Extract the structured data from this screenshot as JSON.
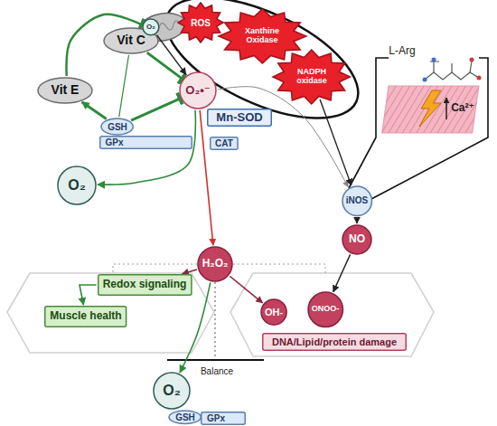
{
  "diagram": {
    "nodes": [
      {
        "text": [
          "Vit C"
        ]
      },
      {
        "text": [
          "O₂"
        ]
      },
      {
        "text": [
          "ROS"
        ]
      },
      {
        "text": [
          "Xanthine Oxidase"
        ]
      },
      {
        "text": [
          "NADPH oxidase"
        ]
      },
      {
        "text": [
          "Vit E"
        ]
      },
      {
        "text": [
          "O₂•⁻"
        ]
      },
      {
        "text": [
          "GSH"
        ]
      },
      {
        "text": [
          "GPx"
        ]
      },
      {
        "text": [
          "Mn-SOD"
        ]
      },
      {
        "text": [
          "CAT"
        ]
      },
      {
        "text": [
          "O₂"
        ]
      },
      {
        "text": [
          "iNOS"
        ]
      },
      {
        "text": [
          "NO"
        ]
      },
      {
        "text": [
          "H₂O₂"
        ]
      },
      {
        "text": [
          "Redox signaling"
        ]
      },
      {
        "text": [
          "Muscle health"
        ]
      },
      {
        "text": [
          "OH-"
        ]
      },
      {
        "text": [
          "ONOO-"
        ]
      },
      {
        "text": [
          "DNA/Lipid/protein damage"
        ]
      },
      {
        "text": [
          "O₂"
        ]
      },
      {
        "text": [
          "GSH"
        ]
      },
      {
        "text": [
          "GPx"
        ]
      }
    ],
    "edges": [
      {
        "from": 5,
        "to": 1,
        "arrow": "to"
      },
      {
        "from": 0,
        "to": 6,
        "arrow": "to"
      },
      {
        "from": 0,
        "to": 7,
        "arrow": "none"
      },
      {
        "from": 7,
        "to": 5,
        "arrow": "to"
      },
      {
        "from": 7,
        "to": 6,
        "arrow": "to"
      },
      {
        "from": 1,
        "to": 6,
        "arrow": "to"
      },
      {
        "from": 6,
        "to": 11,
        "arrow": "to"
      },
      {
        "from": 6,
        "to": 14,
        "arrow": "to"
      },
      {
        "from": 6,
        "to": 12,
        "arrow": "to"
      },
      {
        "from": 4,
        "to": 12,
        "arrow": "to"
      },
      {
        "from": 12,
        "to": 13,
        "arrow": "to"
      },
      {
        "from": 13,
        "to": 18,
        "arrow": "to"
      },
      {
        "from": 14,
        "to": 15,
        "arrow": "to"
      },
      {
        "from": 14,
        "to": 17,
        "arrow": "to"
      },
      {
        "from": 14,
        "to": 20,
        "arrow": "to"
      },
      {
        "from": 15,
        "to": 16,
        "arrow": "to"
      }
    ],
    "labels": [
      "L-Arg",
      "Ca²⁺",
      "Balance"
    ]
  }
}
